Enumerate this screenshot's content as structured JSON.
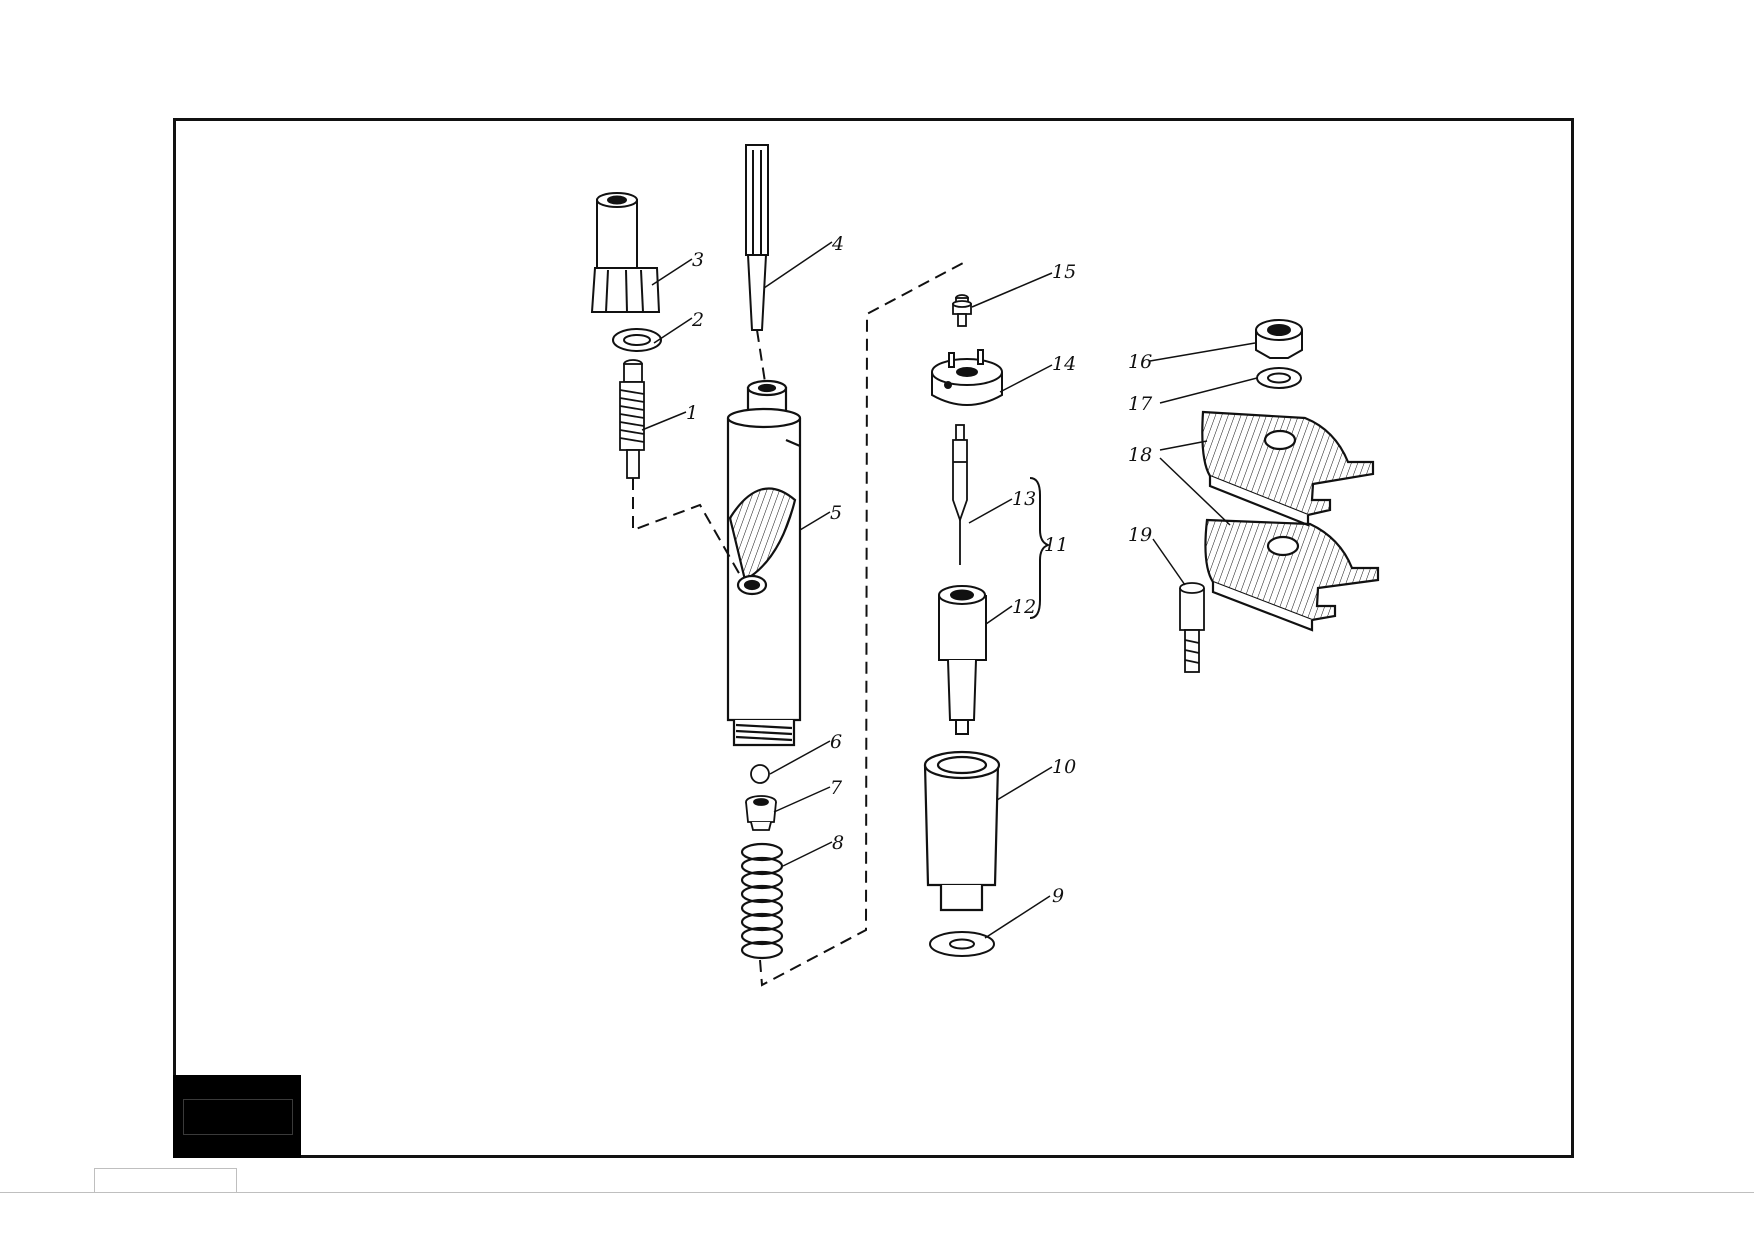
{
  "diagram": {
    "callouts": {
      "c1": "1",
      "c2": "2",
      "c3": "3",
      "c4": "4",
      "c5": "5",
      "c6": "6",
      "c7": "7",
      "c8": "8",
      "c9": "9",
      "c10": "10",
      "c11": "11",
      "c12": "12",
      "c13": "13",
      "c14": "14",
      "c15": "15",
      "c16": "16",
      "c17": "17",
      "c18": "18",
      "c19": "19"
    }
  },
  "colors": {
    "ink": "#111111",
    "frame": "#111111",
    "footer_rule": "#bfbfbf"
  }
}
